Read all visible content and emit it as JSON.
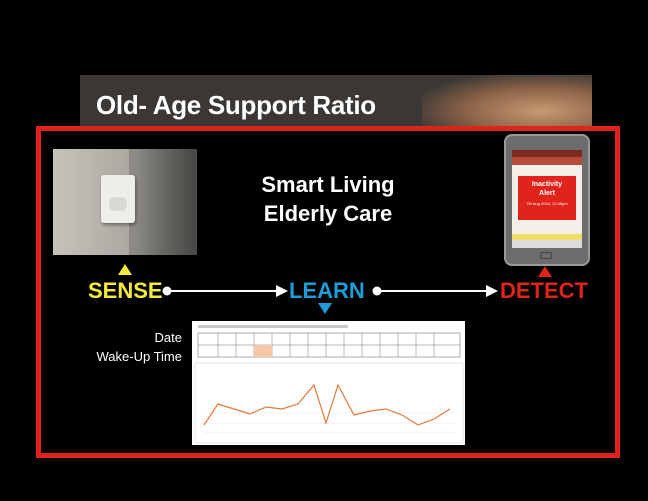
{
  "slide": {
    "title": "Old- Age Support Ratio"
  },
  "center_title": {
    "line1": "Smart Living",
    "line2": "Elderly Care"
  },
  "stages": {
    "sense": "SENSE",
    "learn": "LEARN",
    "detect": "DETECT"
  },
  "phone_alert": {
    "title_line1": "Inactivity",
    "title_line2": "Alert",
    "time": "7th Aug 2015, 12:45pm"
  },
  "data_labels": {
    "date": "Date",
    "wake_up": "Wake-Up Time"
  },
  "colors": {
    "frame": "#e0241b",
    "sense": "#f6ea3a",
    "learn": "#1d9cd8",
    "detect": "#e0241b",
    "highlight_cell": "#f4c7a8",
    "line_series": "#e07a3a"
  },
  "icons": {
    "sensor": "motion-sensor-photo",
    "phone": "smartphone-icon",
    "arrows": [
      "arrow-up-icon",
      "arrow-down-icon",
      "arrow-right-icon"
    ]
  }
}
